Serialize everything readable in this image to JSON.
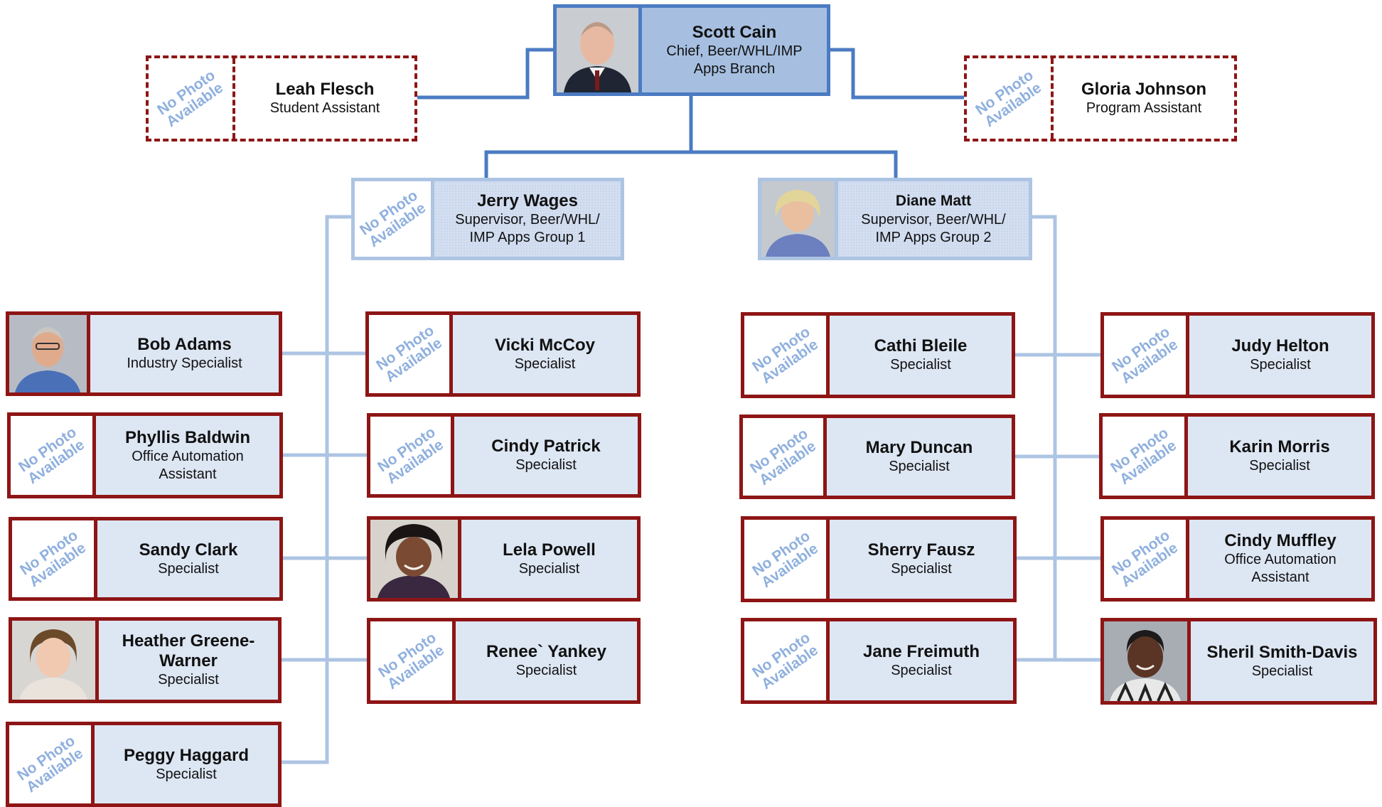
{
  "chief": {
    "name": "Scott Cain",
    "title_line1": "Chief, Beer/WHL/IMP",
    "title_line2": "Apps Branch"
  },
  "assistants": {
    "left": {
      "name": "Leah Flesch",
      "title": "Student Assistant",
      "no_photo_line1": "No Photo",
      "no_photo_line2": "Available"
    },
    "right": {
      "name": "Gloria Johnson",
      "title": "Program Assistant",
      "no_photo_line1": "No Photo",
      "no_photo_line2": "Available"
    }
  },
  "supervisors": {
    "group1": {
      "name": "Jerry Wages",
      "title_line1": "Supervisor, Beer/WHL/",
      "title_line2": "IMP Apps Group 1",
      "no_photo_line1": "No Photo",
      "no_photo_line2": "Available"
    },
    "group2": {
      "name": "Diane Matt",
      "title_line1": "Supervisor, Beer/WHL/",
      "title_line2": "IMP Apps Group 2"
    }
  },
  "group1_outer": [
    {
      "name": "Bob Adams",
      "title_line1": "Industry Specialist",
      "title_line2": "",
      "photo": "photo"
    },
    {
      "name": "Phyllis Baldwin",
      "title_line1": "Office Automation",
      "title_line2": "Assistant",
      "photo": "none"
    },
    {
      "name": "Sandy Clark",
      "title_line1": "Specialist",
      "title_line2": "",
      "photo": "none"
    },
    {
      "name": "Heather Greene-Warner",
      "name_line1": "Heather Greene-",
      "name_line2": "Warner",
      "title_line1": "Specialist",
      "title_line2": "",
      "photo": "photo"
    },
    {
      "name": "Peggy Haggard",
      "title_line1": "Specialist",
      "title_line2": "",
      "photo": "none"
    }
  ],
  "group1_inner": [
    {
      "name": "Vicki McCoy",
      "title_line1": "Specialist",
      "photo": "none"
    },
    {
      "name": "Cindy Patrick",
      "title_line1": "Specialist",
      "photo": "none"
    },
    {
      "name": "Lela Powell",
      "title_line1": "Specialist",
      "photo": "photo"
    },
    {
      "name": "Renee` Yankey",
      "title_line1": "Specialist",
      "photo": "none"
    }
  ],
  "group2_inner": [
    {
      "name": "Cathi Bleile",
      "title_line1": "Specialist",
      "photo": "none"
    },
    {
      "name": "Mary Duncan",
      "title_line1": "Specialist",
      "photo": "none"
    },
    {
      "name": "Sherry Fausz",
      "title_line1": "Specialist",
      "photo": "none"
    },
    {
      "name": "Jane Freimuth",
      "title_line1": "Specialist",
      "photo": "none"
    }
  ],
  "group2_outer": [
    {
      "name": "Judy Helton",
      "title_line1": "Specialist",
      "title_line2": "",
      "photo": "none"
    },
    {
      "name": "Karin Morris",
      "title_line1": "Specialist",
      "title_line2": "",
      "photo": "none"
    },
    {
      "name": "Cindy Muffley",
      "title_line1": "Office Automation",
      "title_line2": "Assistant",
      "photo": "none"
    },
    {
      "name": "Sheril Smith-Davis",
      "title_line1": "Specialist",
      "title_line2": "",
      "photo": "photo"
    }
  ],
  "no_photo": {
    "line1": "No Photo",
    "line2": "Available"
  },
  "colors": {
    "staff_border": "#8e1515",
    "card_fill": "#dde6f3",
    "chief_border": "#4b7bc2",
    "chief_fill": "#a6bfe1",
    "supervisor_border": "#adc4e3",
    "no_photo_text": "#8fb0de",
    "connector_dark": "#4b7bc2",
    "connector_light": "#adc4e3"
  }
}
